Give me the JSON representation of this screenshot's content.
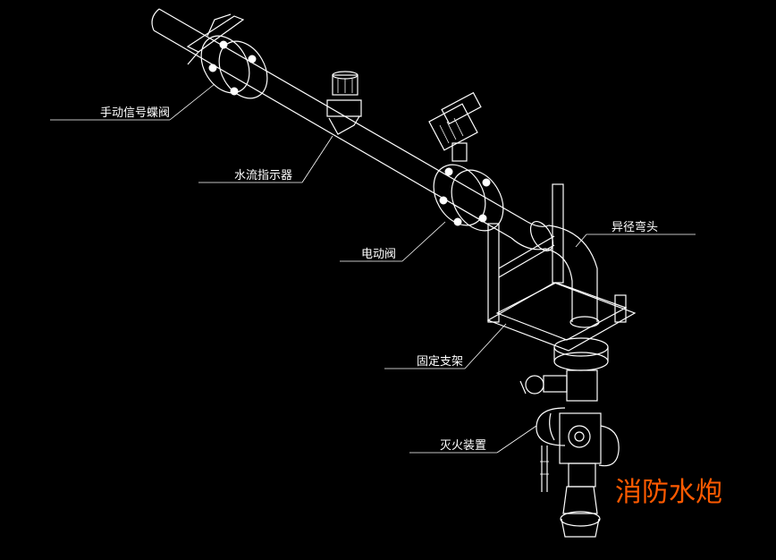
{
  "labels": {
    "butterfly_valve": "手动信号蝶阀",
    "flow_indicator": "水流指示器",
    "electric_valve": "电动阀",
    "reducing_elbow": "异径弯头",
    "fixed_bracket": "固定支架",
    "extinguisher": "灭火装置"
  },
  "title": "消防水炮",
  "colors": {
    "background": "#000000",
    "lines": "#ffffff",
    "title": "#ff5a00"
  }
}
